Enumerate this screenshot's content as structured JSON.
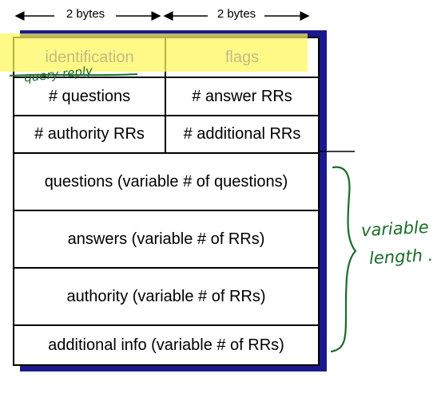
{
  "byte_labels": {
    "left": "2 bytes",
    "right": "2 bytes"
  },
  "header_fields": {
    "identification": "identification",
    "flags": "flags",
    "questions": "# questions",
    "answer_rrs": "# answer RRs",
    "authority_rrs": "# authority RRs",
    "additional_rrs": "# additional RRs"
  },
  "sections": {
    "questions": "questions (variable # of questions)",
    "answers": "answers (variable # of RRs)",
    "authority": "authority (variable # of RRs)",
    "additional": "additional info (variable # of RRs)"
  },
  "annotations": {
    "query_reply": "query reply",
    "variable_length": [
      "variable",
      "length ."
    ]
  },
  "colors": {
    "highlight": "#fff85a",
    "field_blue": "#2121e0",
    "shadow": "#1a1a8c",
    "handwriting": "#1a6b2a"
  }
}
